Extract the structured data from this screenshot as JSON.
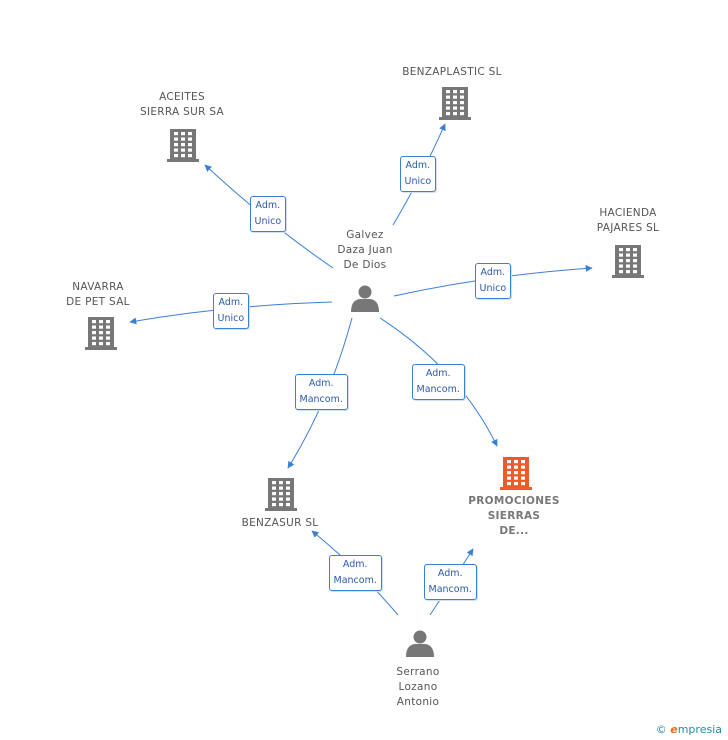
{
  "nodes": [
    {
      "id": "galvez",
      "type": "person",
      "label": "Galvez\nDaza Juan\nDe Dios",
      "highlight": false
    },
    {
      "id": "serrano",
      "type": "person",
      "label": "Serrano\nLozano\nAntonio",
      "highlight": false
    },
    {
      "id": "aceites",
      "type": "company",
      "label": "ACEITES\nSIERRA SUR SA",
      "highlight": false
    },
    {
      "id": "benzaplastic",
      "type": "company",
      "label": "BENZAPLASTIC SL",
      "highlight": false
    },
    {
      "id": "hacienda",
      "type": "company",
      "label": "HACIENDA\nPAJARES SL",
      "highlight": false
    },
    {
      "id": "navarra",
      "type": "company",
      "label": "NAVARRA\nDE PET SAL",
      "highlight": false
    },
    {
      "id": "benzasur",
      "type": "company",
      "label": "BENZASUR SL",
      "highlight": false
    },
    {
      "id": "promociones",
      "type": "company",
      "label": "PROMOCIONES\nSIERRAS\nDE...",
      "highlight": true
    }
  ],
  "edges": [
    {
      "from": "galvez",
      "to": "aceites",
      "label": "Adm.\nUnico"
    },
    {
      "from": "galvez",
      "to": "benzaplastic",
      "label": "Adm.\nUnico"
    },
    {
      "from": "galvez",
      "to": "hacienda",
      "label": "Adm.\nUnico"
    },
    {
      "from": "galvez",
      "to": "navarra",
      "label": "Adm.\nUnico"
    },
    {
      "from": "galvez",
      "to": "benzasur",
      "label": "Adm.\nMancom."
    },
    {
      "from": "galvez",
      "to": "promociones",
      "label": "Adm.\nMancom."
    },
    {
      "from": "serrano",
      "to": "benzasur",
      "label": "Adm.\nMancom."
    },
    {
      "from": "serrano",
      "to": "promociones",
      "label": "Adm.\nMancom."
    }
  ],
  "colors": {
    "edge": "#3c7fd6",
    "icon": "#777777",
    "highlight": "#f05a28"
  },
  "footer": {
    "copyright": "©",
    "brand_e": "e",
    "brand_rest": "mpresia"
  }
}
